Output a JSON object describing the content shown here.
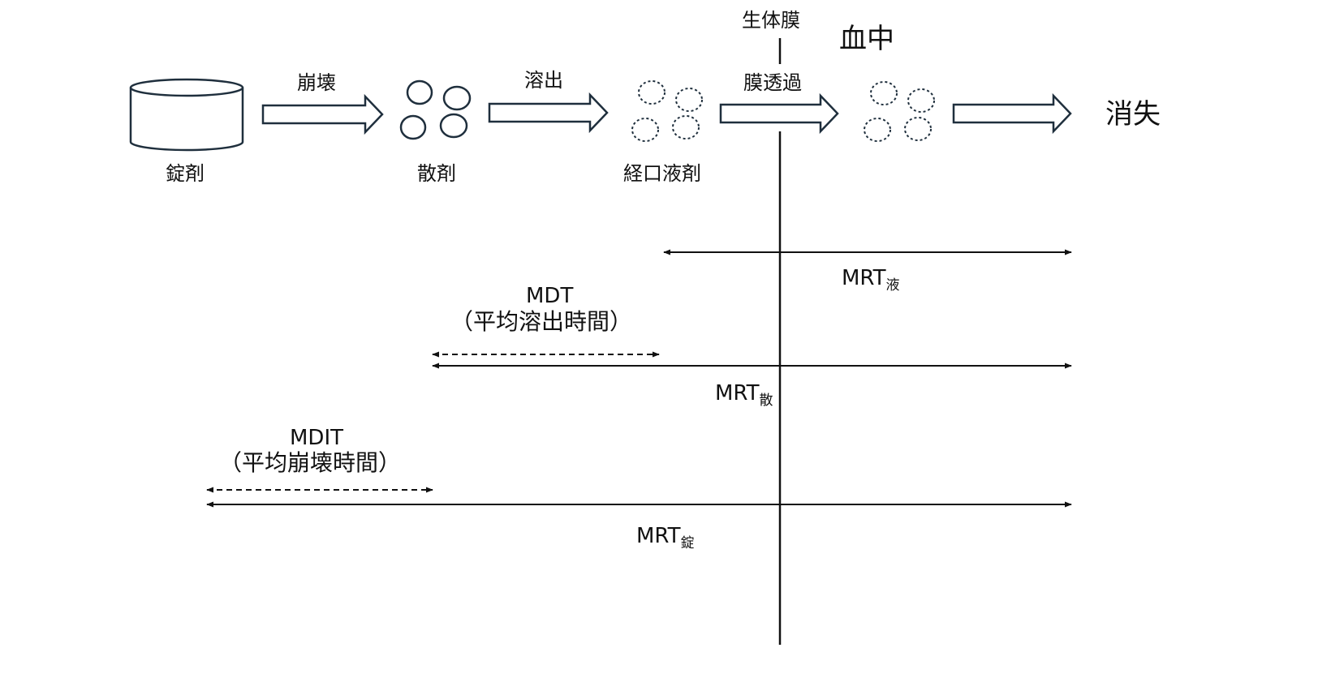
{
  "stages": {
    "tablet": "錠剤",
    "powder": "散剤",
    "oral_solution": "経口液剤",
    "elimination": "消失"
  },
  "processes": {
    "disintegration": "崩壊",
    "dissolution": "溶出",
    "membrane_permeation": "膜透過"
  },
  "membrane": {
    "label": "生体膜"
  },
  "blood": {
    "label": "血中"
  },
  "intervals": {
    "mrt_solution": {
      "main": "MRT",
      "sub": "液"
    },
    "mdt": {
      "title": "MDT",
      "subtitle": "（平均溶出時間）"
    },
    "mrt_powder": {
      "main": "MRT",
      "sub": "散"
    },
    "mdit": {
      "title": "MDIT",
      "subtitle": "（平均崩壊時間）"
    },
    "mrt_tablet": {
      "main": "MRT",
      "sub": "錠"
    }
  },
  "colors": {
    "flow_stroke": "#1f2f3d",
    "line": "#111111"
  }
}
